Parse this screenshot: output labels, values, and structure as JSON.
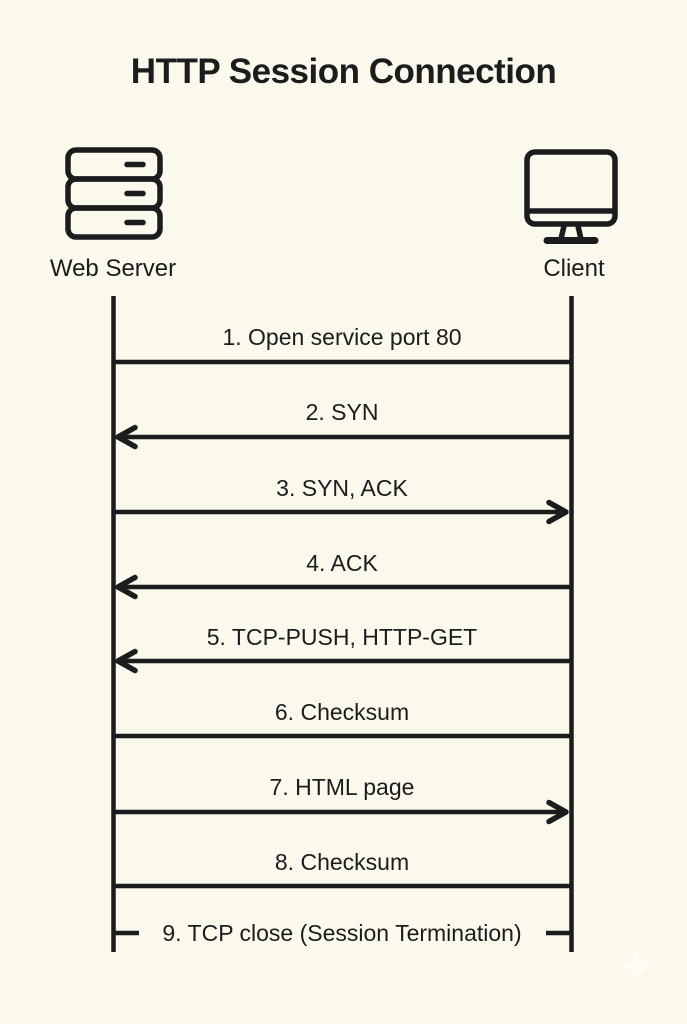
{
  "title": "HTTP Session Connection",
  "actors": {
    "server": {
      "label": "Web Server",
      "icon": "server-stack-icon"
    },
    "client": {
      "label": "Client",
      "icon": "monitor-icon"
    }
  },
  "colors": {
    "background": "#FBF8EC",
    "stroke": "#1C1C1E",
    "text": "#1C1C1E",
    "watermark": "#FFFDF4"
  },
  "messages": [
    {
      "num": 1,
      "label": "1. Open service port 80",
      "direction": "none"
    },
    {
      "num": 2,
      "label": "2. SYN",
      "direction": "to-server"
    },
    {
      "num": 3,
      "label": "3. SYN, ACK",
      "direction": "to-client"
    },
    {
      "num": 4,
      "label": "4. ACK",
      "direction": "to-server"
    },
    {
      "num": 5,
      "label": "5. TCP-PUSH, HTTP-GET",
      "direction": "to-server"
    },
    {
      "num": 6,
      "label": "6. Checksum",
      "direction": "none"
    },
    {
      "num": 7,
      "label": "7. HTML page",
      "direction": "to-client"
    },
    {
      "num": 8,
      "label": "8. Checksum",
      "direction": "none"
    },
    {
      "num": 9,
      "label": "9. TCP close (Session Termination)",
      "direction": "inline"
    }
  ]
}
